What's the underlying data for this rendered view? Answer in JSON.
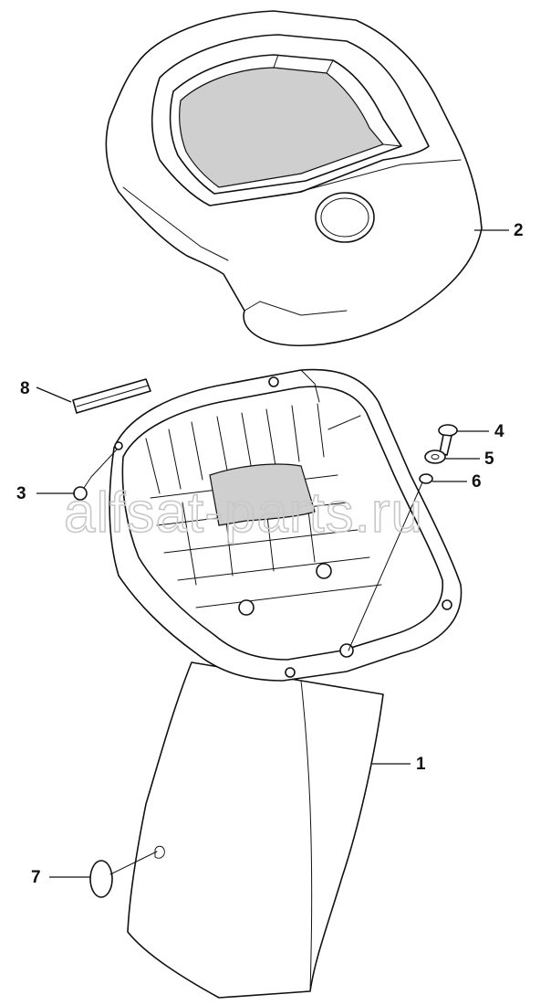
{
  "watermark": "alfsat-parts.ru",
  "callouts": [
    {
      "id": "1",
      "label": "1"
    },
    {
      "id": "2",
      "label": "2"
    },
    {
      "id": "3",
      "label": "3"
    },
    {
      "id": "4",
      "label": "4"
    },
    {
      "id": "5",
      "label": "5"
    },
    {
      "id": "6",
      "label": "6"
    },
    {
      "id": "7",
      "label": "7"
    },
    {
      "id": "8",
      "label": "8"
    }
  ],
  "colors": {
    "line": "#111111",
    "shade": "#cfcfcf",
    "watermark": "#c8c8c8"
  }
}
